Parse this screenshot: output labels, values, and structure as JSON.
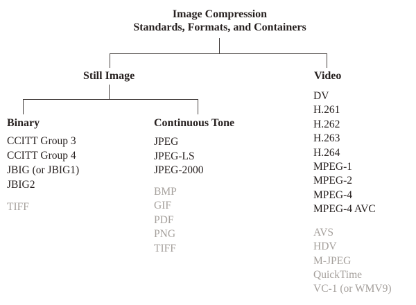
{
  "title": {
    "line1": "Image Compression",
    "line2": "Standards, Formats, and Containers"
  },
  "colors": {
    "dark_text": "#272120",
    "muted_text": "#a5a09c",
    "line": "#46413f",
    "background": "#ffffff"
  },
  "tree": {
    "still_image": {
      "label": "Still Image",
      "binary": {
        "label": "Binary",
        "primary": [
          "CCITT Group 3",
          "CCITT Group 4",
          "JBIG (or JBIG1)",
          "JBIG2"
        ],
        "secondary": [
          "TIFF"
        ]
      },
      "continuous_tone": {
        "label": "Continuous Tone",
        "primary": [
          "JPEG",
          "JPEG-LS",
          "JPEG-2000"
        ],
        "secondary": [
          "BMP",
          "GIF",
          "PDF",
          "PNG",
          "TIFF"
        ]
      }
    },
    "video": {
      "label": "Video",
      "primary": [
        "DV",
        "H.261",
        "H.262",
        "H.263",
        "H.264",
        "MPEG-1",
        "MPEG-2",
        "MPEG-4",
        "MPEG-4 AVC"
      ],
      "secondary": [
        "AVS",
        "HDV",
        "M-JPEG",
        "QuickTime",
        "VC-1 (or WMV9)"
      ]
    }
  }
}
